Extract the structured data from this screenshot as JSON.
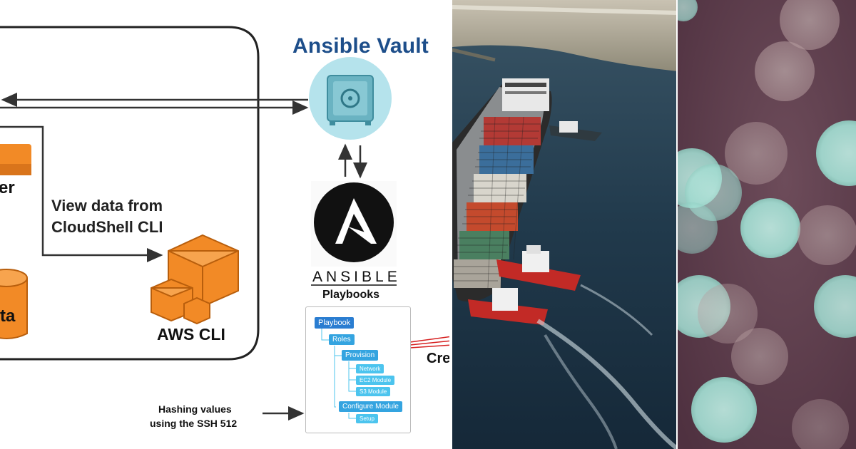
{
  "diagram": {
    "vault_title": "Ansible Vault",
    "side_text_er": "er",
    "side_text_ta": "ta",
    "view_data_line1": "View data from",
    "view_data_line2": "CloudShell CLI",
    "aws_cli_label": "AWS CLI",
    "ansible_wordmark": "ANSIBLE",
    "playbooks_label": "Playbooks",
    "tree": {
      "playbook": "Playbook",
      "roles": "Roles",
      "provision": "Provision",
      "network": "Network",
      "ec2": "EC2 Module",
      "s3": "S3 Module",
      "configure": "Configure Module",
      "setup": "Setup"
    },
    "hash_line1": "Hashing values",
    "hash_line2": "using the SSH 512",
    "cre_text": "Cre"
  },
  "colors": {
    "vault_title": "#1d4e8a",
    "vault_circle": "#b5e3ec",
    "aws_orange": "#f28a26",
    "tree_blue": "#2a7dd1",
    "tree_cyan": "#4cc4ee",
    "sea": "#1e3446",
    "bokeh_bg": "#5e3d4c",
    "bokeh_light": "#aee3dc"
  },
  "icons": [
    "vault-safe-icon",
    "ansible-logo-icon",
    "aws-cli-boxes-icon",
    "aws-service-icon",
    "database-icon"
  ]
}
